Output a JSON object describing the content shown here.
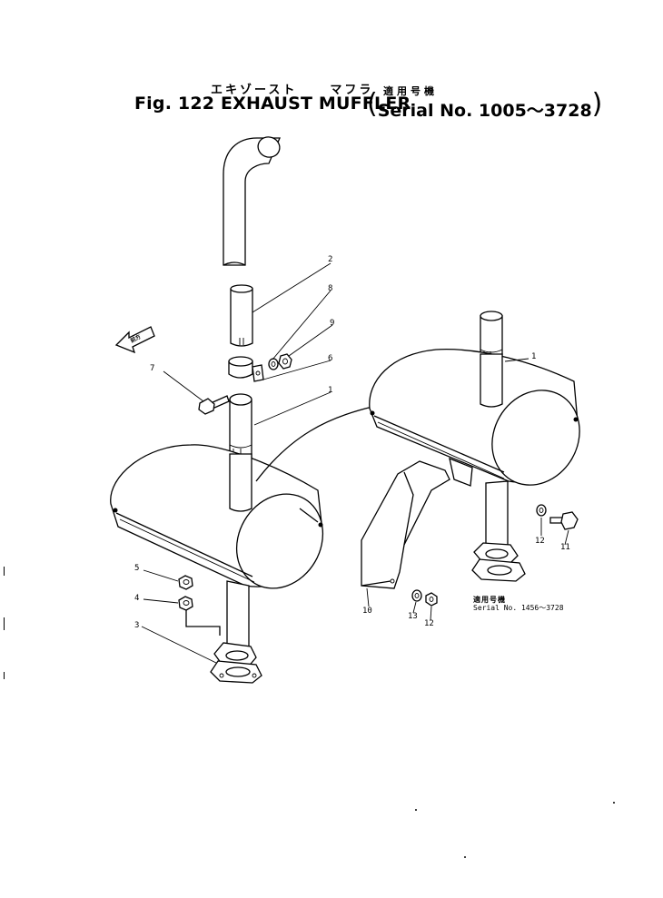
{
  "header": {
    "japanese_title_1": "エキゾースト",
    "japanese_title_2": "マフラ",
    "title": "Fig. 122 EXHAUST MUFFLER",
    "japanese_serial_heading": "適用号機",
    "serial_label": "Serial No. 1005～3728"
  },
  "callouts": {
    "c1_top": "1",
    "c1_right": "1",
    "c2": "2",
    "c3": "3",
    "c4": "4",
    "c5": "5",
    "c6": "6",
    "c7": "7",
    "c8": "8",
    "c9": "9",
    "c10": "10",
    "c11": "11",
    "c12a": "12",
    "c12b": "12",
    "c13": "13"
  },
  "applicability": {
    "japanese_heading": "適用号機",
    "serial": "Serial No. 1456～3728"
  },
  "direction_arrow": {
    "label": "前方"
  },
  "colors": {
    "ink": "#000000",
    "paper": "#ffffff"
  }
}
